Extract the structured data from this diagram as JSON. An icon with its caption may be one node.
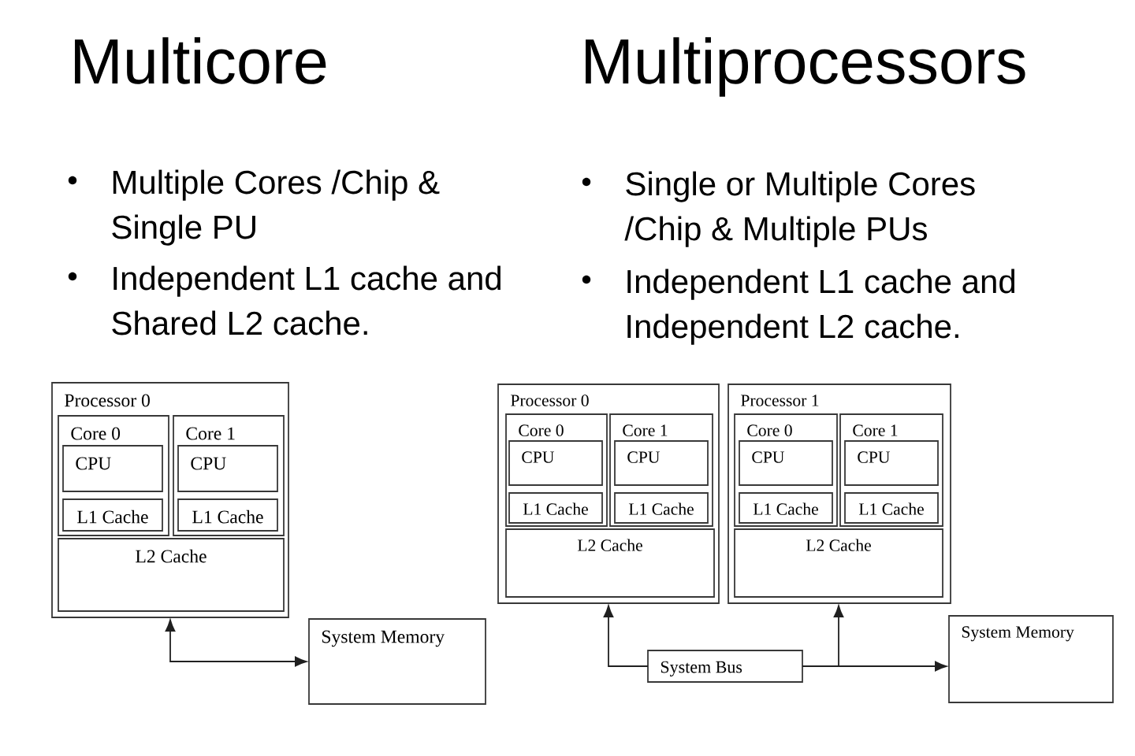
{
  "diagram": {
    "nodes": [
      {
        "text": [
          "Processor 0"
        ]
      },
      {
        "text": [
          "Core 0"
        ],
        "in": 0
      },
      {
        "text": [
          "CPU"
        ],
        "in": 1
      },
      {
        "text": [
          "L1 Cache"
        ],
        "in": 1
      },
      {
        "text": [
          "Core 1"
        ],
        "in": 0
      },
      {
        "text": [
          "CPU"
        ],
        "in": 4
      },
      {
        "text": [
          "L1 Cache"
        ],
        "in": 4
      },
      {
        "text": [
          "L2 Cache"
        ],
        "in": 0
      },
      {
        "text": [
          "System Memory"
        ]
      },
      {
        "text": [
          "Processor 0"
        ]
      },
      {
        "text": [
          "Core 0"
        ],
        "in": 9
      },
      {
        "text": [
          "CPU"
        ],
        "in": 10
      },
      {
        "text": [
          "L1 Cache"
        ],
        "in": 10
      },
      {
        "text": [
          "Core 1"
        ],
        "in": 9
      },
      {
        "text": [
          "CPU"
        ],
        "in": 13
      },
      {
        "text": [
          "L1 Cache"
        ],
        "in": 13
      },
      {
        "text": [
          "L2 Cache"
        ],
        "in": 9
      },
      {
        "text": [
          "Processor 1"
        ]
      },
      {
        "text": [
          "Core 0"
        ],
        "in": 17
      },
      {
        "text": [
          "CPU"
        ],
        "in": 18
      },
      {
        "text": [
          "L1 Cache"
        ],
        "in": 18
      },
      {
        "text": [
          "Core 1"
        ],
        "in": 17
      },
      {
        "text": [
          "CPU"
        ],
        "in": 21
      },
      {
        "text": [
          "L1 Cache"
        ],
        "in": 21
      },
      {
        "text": [
          "L2 Cache"
        ],
        "in": 17
      },
      {
        "text": [
          "System Bus"
        ]
      },
      {
        "text": [
          "System Memory"
        ]
      }
    ],
    "edges": [
      {
        "from": 0,
        "to": 8,
        "arrow": "both"
      },
      {
        "from": 25,
        "to": 9,
        "arrow": "to"
      },
      {
        "from": 25,
        "to": 17,
        "arrow": "to"
      },
      {
        "from": 25,
        "to": 26,
        "arrow": "to"
      }
    ],
    "labels": [
      "Multicore",
      "Multiple Cores /Chip & Single PU",
      "Independent L1 cache and Shared L2 cache.",
      "Multiprocessors",
      "Single or Multiple Cores /Chip & Multiple PUs",
      "Independent L1 cache and Independent L2 cache."
    ]
  }
}
